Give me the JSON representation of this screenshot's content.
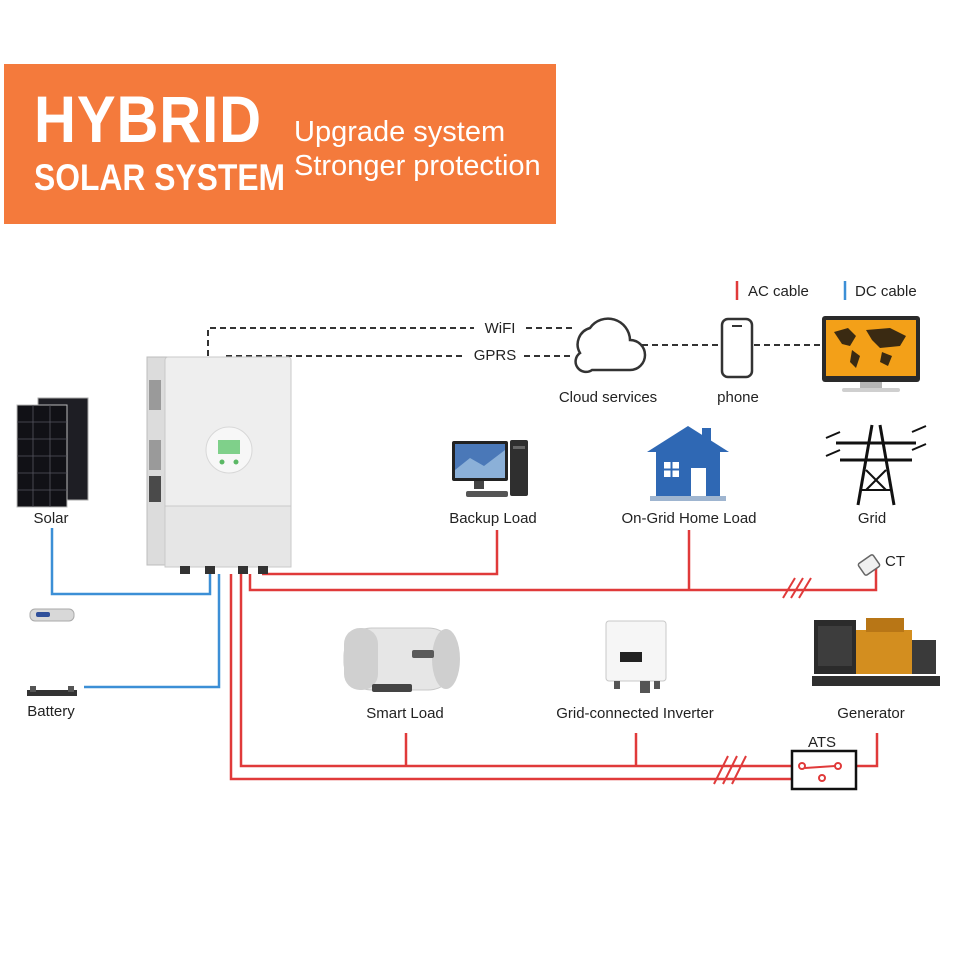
{
  "banner": {
    "title": "HYBRID",
    "subtitle": "SOLAR SYSTEM",
    "tagline1": "Upgrade system",
    "tagline2": "Stronger protection",
    "background_color": "#f47a3c"
  },
  "legend": {
    "ac": "AC cable",
    "dc": "DC cable",
    "ac_color": "#e03a3a",
    "dc_color": "#3c8fd6"
  },
  "links": {
    "wifi": "WiFI",
    "gprs": "GPRS"
  },
  "nodes": {
    "cloud": "Cloud services",
    "phone": "phone",
    "solar": "Solar",
    "battery": "Battery",
    "backup_load": "Backup Load",
    "home_load": "On-Grid Home Load",
    "grid": "Grid",
    "ct": "CT",
    "smart_load": "Smart Load",
    "grid_inverter": "Grid-connected Inverter",
    "generator": "Generator",
    "ats": "ATS"
  },
  "icons": {
    "solar": "solar-panel-icon",
    "battery": "battery-icon",
    "inverter": "hybrid-inverter-icon",
    "cloud": "cloud-icon",
    "phone": "smartphone-icon",
    "monitor": "monitor-map-icon",
    "backup": "desktop-computer-icon",
    "home": "house-icon",
    "grid": "power-tower-icon",
    "ct": "current-transformer-icon",
    "smart": "water-heater-icon",
    "inverter2": "string-inverter-icon",
    "generator": "generator-icon",
    "ats": "transfer-switch-icon"
  }
}
